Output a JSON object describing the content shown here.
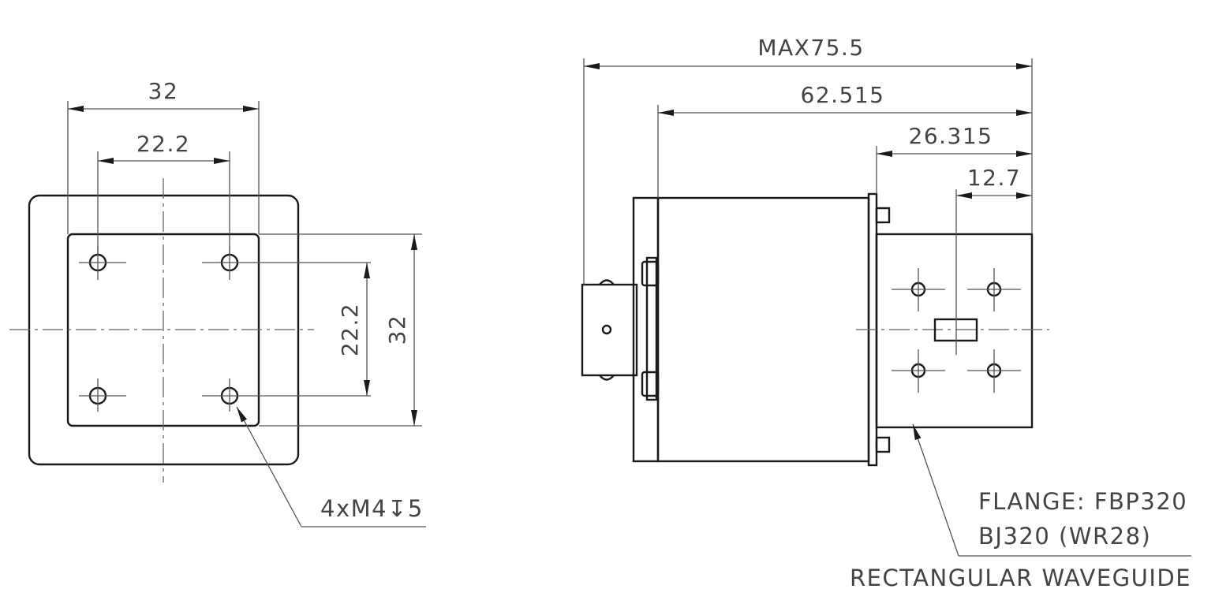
{
  "front_view": {
    "dim_width_outer": "32",
    "dim_width_hole": "22.2",
    "dim_height_hole": "22.2",
    "dim_height_outer": "32",
    "hole_callout": "4xM4↧5"
  },
  "side_view": {
    "dim_overall": "MAX75.5",
    "dim_body": "62.515",
    "dim_flange": "26.315",
    "dim_center": "12.7",
    "flange_note_line1": "FLANGE: FBP320",
    "flange_note_line2": "BJ320 (WR28)",
    "flange_note_line3": "RECTANGULAR WAVEGUIDE"
  },
  "colors": {
    "line": "#1a1a1a",
    "dimension": "#555555",
    "text": "#444444",
    "background": "#ffffff"
  }
}
